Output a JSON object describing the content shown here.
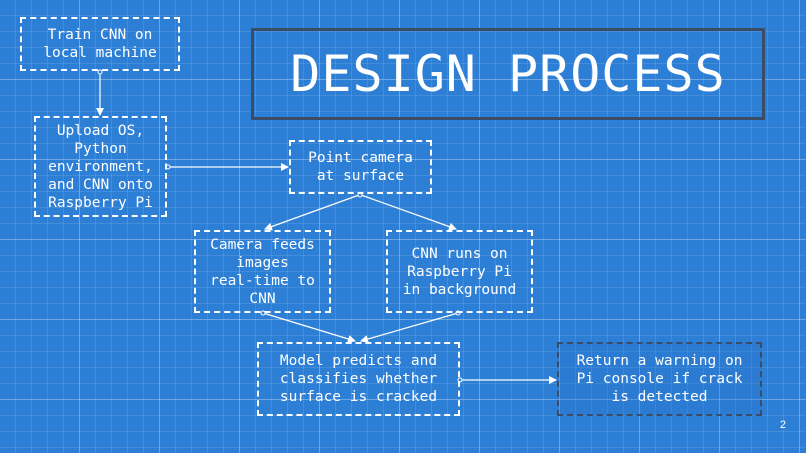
{
  "slide": {
    "title": "DESIGN PROCESS",
    "page_number": "2"
  },
  "nodes": {
    "train": "Train CNN on\nlocal machine",
    "upload": "Upload OS,\nPython\nenvironment,\nand CNN onto\nRaspberry Pi",
    "point": "Point camera\nat surface",
    "camera": "Camera feeds\nimages\nreal-time to\nCNN",
    "cnn": "CNN runs on\nRaspberry Pi\nin background",
    "predict": "Model predicts and\nclassifies whether\nsurface is cracked",
    "warning": "Return a warning on\nPi console if crack\nis detected"
  },
  "colors": {
    "background": "#2d7fd6",
    "line": "#ffffff",
    "dark_border": "#3b4d66"
  }
}
